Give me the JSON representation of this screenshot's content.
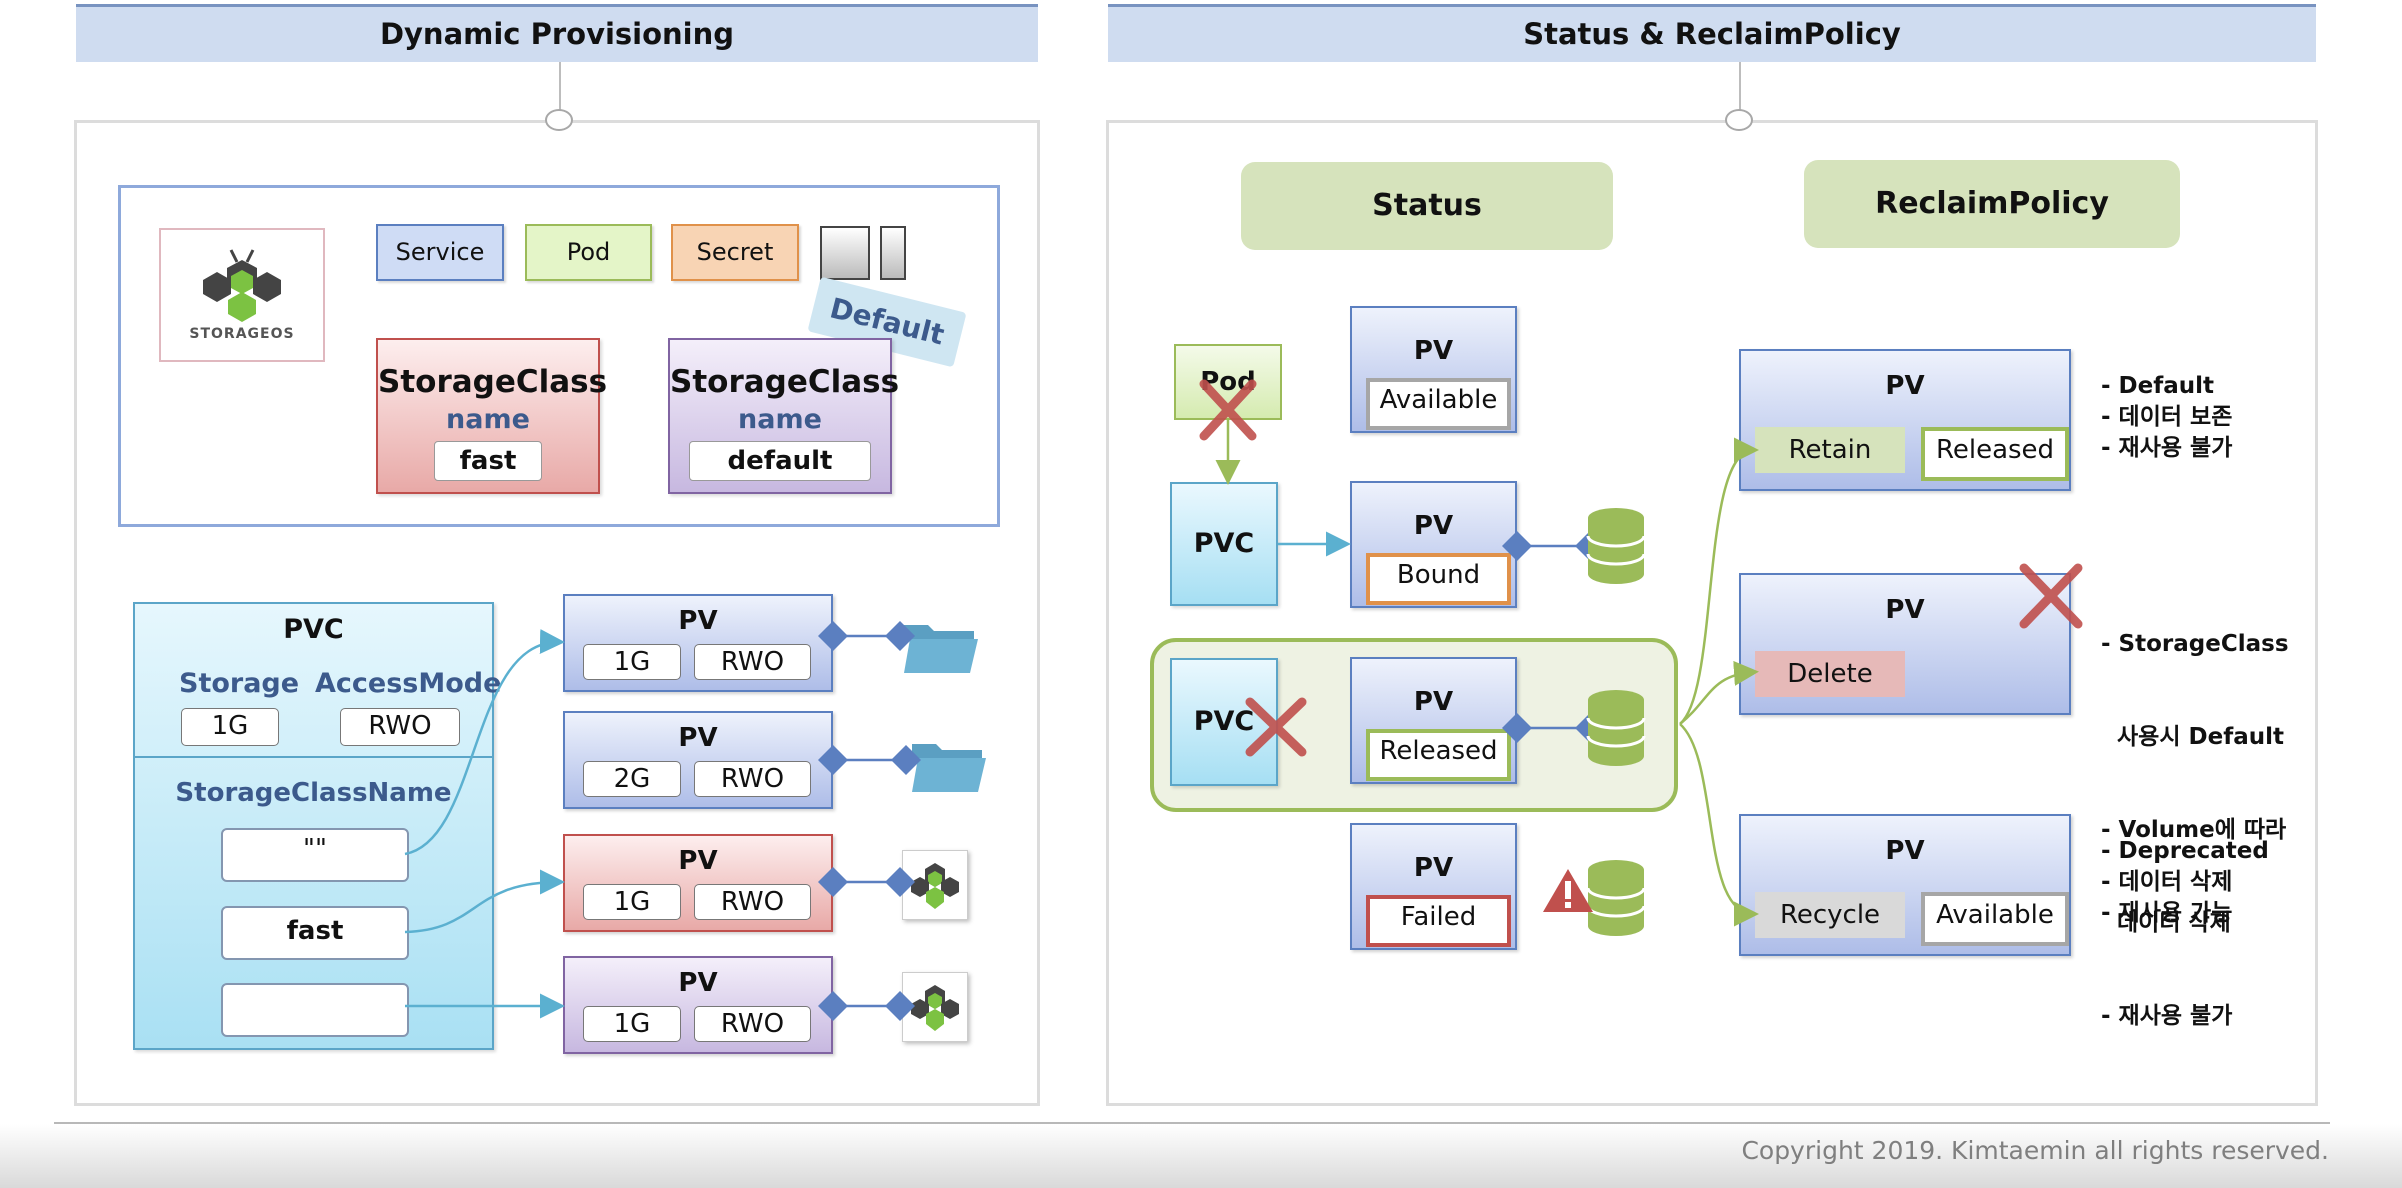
{
  "left": {
    "header": "Dynamic Provisioning",
    "logo_text": "STORAGEOS",
    "chips": [
      {
        "label": "Service",
        "color": "#cfdcf5"
      },
      {
        "label": "Pod",
        "color": "#e4f5c8"
      },
      {
        "label": "Secret",
        "color": "#f8d4b4"
      }
    ],
    "default_tag": "Default",
    "storage_classes": [
      {
        "title": "StorageClass",
        "name_label": "name",
        "value": "fast"
      },
      {
        "title": "StorageClass",
        "name_label": "name",
        "value": "default"
      }
    ],
    "pvc": {
      "title": "PVC",
      "storage_label": "Storage",
      "access_label": "AccessMode",
      "storage_value": "1G",
      "access_value": "RWO",
      "sc_label": "StorageClassName",
      "sc_options": [
        "\"\"",
        "fast",
        ""
      ]
    },
    "pvs": [
      {
        "title": "PV",
        "size": "1G",
        "mode": "RWO",
        "target": "folder-icon"
      },
      {
        "title": "PV",
        "size": "2G",
        "mode": "RWO",
        "target": "folder-icon"
      },
      {
        "title": "PV",
        "size": "1G",
        "mode": "RWO",
        "target": "storageos-icon"
      },
      {
        "title": "PV",
        "size": "1G",
        "mode": "RWO",
        "target": "storageos-icon"
      }
    ]
  },
  "right": {
    "header": "Status & ReclaimPolicy",
    "status_title": "Status",
    "reclaim_title": "ReclaimPolicy",
    "pod_label": "Pod",
    "pvc_label": "PVC",
    "status_pvs": [
      {
        "title": "PV",
        "status": "Available",
        "border": "#a6a6a6"
      },
      {
        "title": "PV",
        "status": "Bound",
        "border": "#e0914a"
      },
      {
        "title": "PV",
        "status": "Released",
        "border": "#9bbb59"
      },
      {
        "title": "PV",
        "status": "Failed",
        "border": "#c0504d"
      }
    ],
    "reclaim_pvs": [
      {
        "title": "PV",
        "policy": "Retain",
        "status": "Released",
        "policy_bg": "#d6e3bc",
        "status_border": "#9bbb59"
      },
      {
        "title": "PV",
        "policy": "Delete",
        "status": "",
        "policy_bg": "#e6b9b8",
        "status_border": ""
      },
      {
        "title": "PV",
        "policy": "Recycle",
        "status": "Available",
        "policy_bg": "#d9d9d9",
        "status_border": "#a6a6a6"
      }
    ],
    "notes": [
      [
        "- Default",
        "- 데이터 보존",
        "- 재사용 불가"
      ],
      [
        "- StorageClass",
        "  사용시 Default",
        "- Volume에 따라",
        "  데이터 삭제",
        "- 재사용 불가"
      ],
      [
        "- Deprecated",
        "- 데이터 삭제",
        "- 재사용 가능"
      ]
    ]
  },
  "footer": {
    "copyright": "Copyright 2019. Kimtaemin all rights reserved."
  }
}
